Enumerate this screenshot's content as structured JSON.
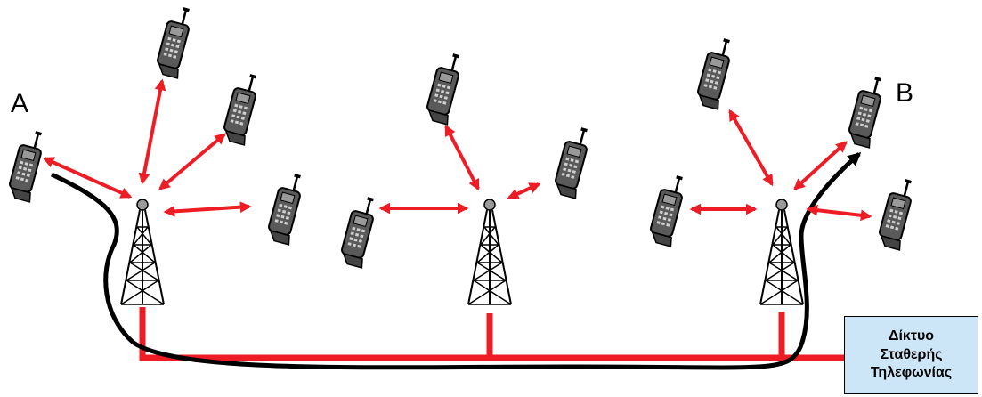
{
  "endpoints": {
    "caller_label": "A",
    "callee_label": "B"
  },
  "network": {
    "lines": [
      "Δίκτυο",
      "Σταθερής",
      "Τηλεφωνίας"
    ]
  },
  "colors": {
    "link": "#ee1c25",
    "route": "#000000",
    "tower": "#000000",
    "network_fill": "#cce6f8"
  },
  "icons": {
    "phone": "mobile-phone-icon",
    "tower": "cell-tower-icon"
  }
}
